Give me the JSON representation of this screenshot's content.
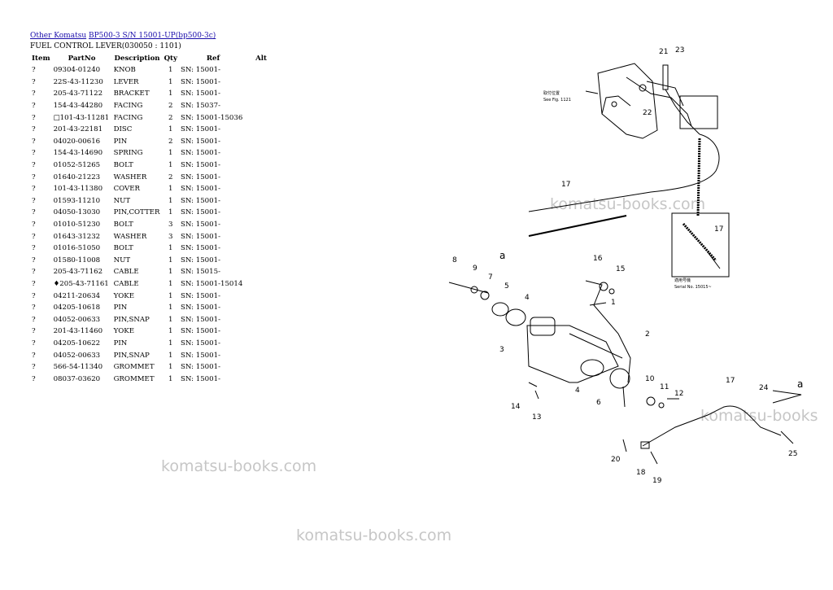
{
  "breadcrumb": {
    "link1": "Other Komatsu",
    "link2": "BP500-3 S/N 15001-UP(bp500-3c)"
  },
  "subtitle": "FUEL CONTROL LEVER(030050 : 1101)",
  "table": {
    "headers": [
      "Item",
      "PartNo",
      "Description",
      "Qty",
      "Ref",
      "Alt"
    ],
    "rows": [
      [
        "?",
        "09304-01240",
        "KNOB",
        "1",
        "SN: 15001-"
      ],
      [
        "?",
        "22S-43-11230",
        "LEVER",
        "1",
        "SN: 15001-"
      ],
      [
        "?",
        "205-43-71122",
        "BRACKET",
        "1",
        "SN: 15001-"
      ],
      [
        "?",
        "154-43-44280",
        "FACING",
        "2",
        "SN: 15037-"
      ],
      [
        "?",
        "□101-43-11281",
        "FACING",
        "2",
        "SN: 15001-15036"
      ],
      [
        "?",
        "201-43-22181",
        "DISC",
        "1",
        "SN: 15001-"
      ],
      [
        "?",
        "04020-00616",
        "PIN",
        "2",
        "SN: 15001-"
      ],
      [
        "?",
        "154-43-14690",
        "SPRING",
        "1",
        "SN: 15001-"
      ],
      [
        "?",
        "01052-51265",
        "BOLT",
        "1",
        "SN: 15001-"
      ],
      [
        "?",
        "01640-21223",
        "WASHER",
        "2",
        "SN: 15001-"
      ],
      [
        "?",
        "101-43-11380",
        "COVER",
        "1",
        "SN: 15001-"
      ],
      [
        "?",
        "01593-11210",
        "NUT",
        "1",
        "SN: 15001-"
      ],
      [
        "?",
        "04050-13030",
        "PIN,COTTER",
        "1",
        "SN: 15001-"
      ],
      [
        "?",
        "01010-51230",
        "BOLT",
        "3",
        "SN: 15001-"
      ],
      [
        "?",
        "01643-31232",
        "WASHER",
        "3",
        "SN: 15001-"
      ],
      [
        "?",
        "01016-51050",
        "BOLT",
        "1",
        "SN: 15001-"
      ],
      [
        "?",
        "01580-11008",
        "NUT",
        "1",
        "SN: 15001-"
      ],
      [
        "?",
        "205-43-71162",
        "CABLE",
        "1",
        "SN: 15015-"
      ],
      [
        "?",
        "♦205-43-71161",
        "CABLE",
        "1",
        "SN: 15001-15014"
      ],
      [
        "?",
        "04211-20634",
        "YOKE",
        "1",
        "SN: 15001-"
      ],
      [
        "?",
        "04205-10618",
        "PIN",
        "1",
        "SN: 15001-"
      ],
      [
        "?",
        "04052-00633",
        "PIN,SNAP",
        "1",
        "SN: 15001-"
      ],
      [
        "?",
        "201-43-11460",
        "YOKE",
        "1",
        "SN: 15001-"
      ],
      [
        "?",
        "04205-10622",
        "PIN",
        "1",
        "SN: 15001-"
      ],
      [
        "?",
        "04052-00633",
        "PIN,SNAP",
        "1",
        "SN: 15001-"
      ],
      [
        "?",
        "566-54-11340",
        "GROMMET",
        "1",
        "SN: 15001-"
      ],
      [
        "?",
        "08037-03620",
        "GROMMET",
        "1",
        "SN: 15001-"
      ]
    ]
  },
  "watermarks": [
    "komatsu-books.com",
    "komatsu-books",
    "komatsu-books.com",
    "komatsu-books.com"
  ],
  "diagram": {
    "labels": [
      "21",
      "23",
      "22",
      "17",
      "17",
      "a",
      "8",
      "9",
      "7",
      "5",
      "4",
      "16",
      "15",
      "1",
      "2",
      "3",
      "4",
      "6",
      "10",
      "11",
      "12",
      "14",
      "13",
      "17",
      "24",
      "a",
      "20",
      "18",
      "19",
      "25"
    ],
    "note_ref": "See Fig. 1121",
    "note_serial": "Serial No. 15015~"
  }
}
